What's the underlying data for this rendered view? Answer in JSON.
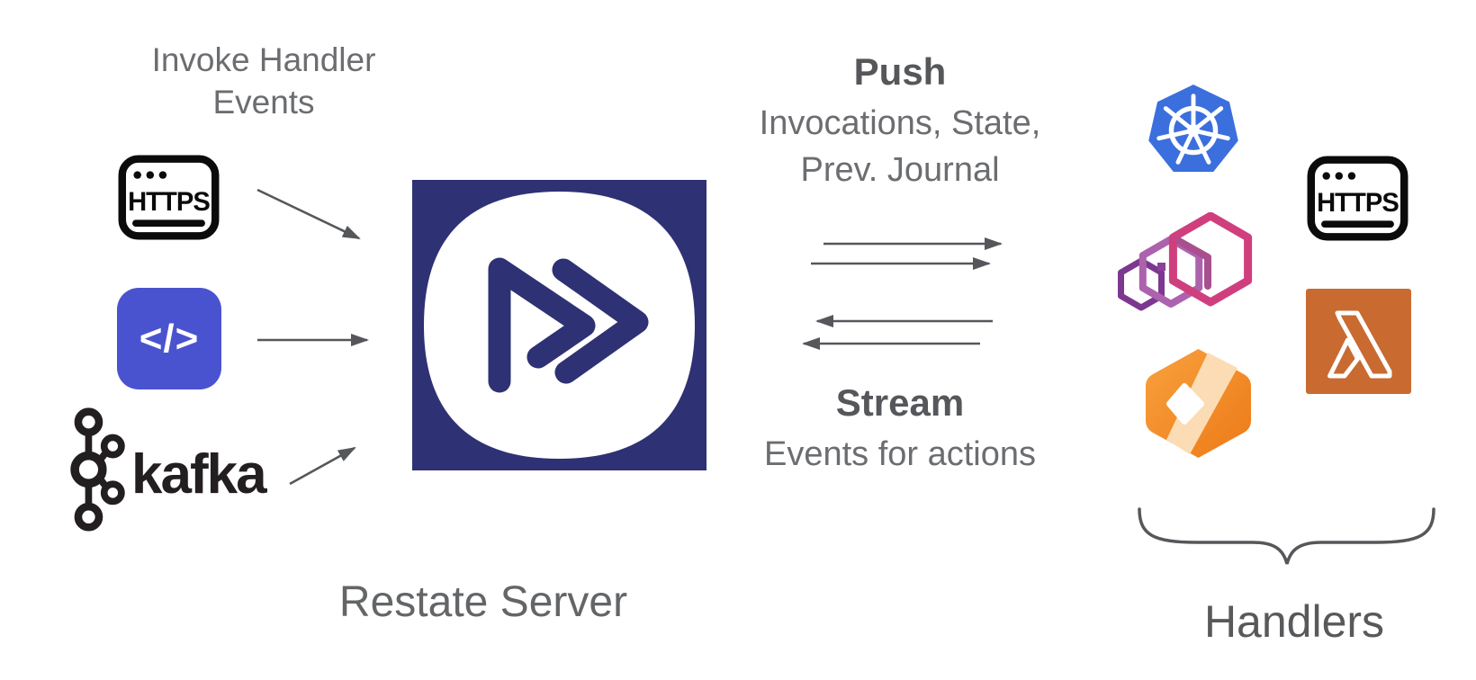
{
  "sources": {
    "title_line1": "Invoke Handler",
    "title_line2": "Events",
    "https_label": "HTTPS",
    "code_glyph": "</>",
    "kafka_label": "kafka"
  },
  "server": {
    "label": "Restate Server"
  },
  "push": {
    "title": "Push",
    "detail_line1": "Invocations, State,",
    "detail_line2": "Prev. Journal"
  },
  "stream": {
    "title": "Stream",
    "detail_line1": "Events for actions"
  },
  "handlers": {
    "label": "Handlers",
    "https_label": "HTTPS",
    "icons": [
      "kubernetes-icon",
      "containers-icon",
      "https-icon",
      "cloudflare-workers-icon",
      "lambda-icon"
    ]
  },
  "colors": {
    "restate_navy": "#2e3173",
    "code_badge_purple": "#4a53cf",
    "kubernetes_blue": "#3b6fde",
    "lambda_orange": "#c96a31",
    "workers_orange": "#ee7c1b",
    "containers_pink": "#cf3f7e",
    "containers_purple": "#7c3890",
    "arrow_gray": "#55575a",
    "body_text_gray": "#6b6d70",
    "caption_gray": "#636567",
    "kafka_black": "#231f20"
  }
}
